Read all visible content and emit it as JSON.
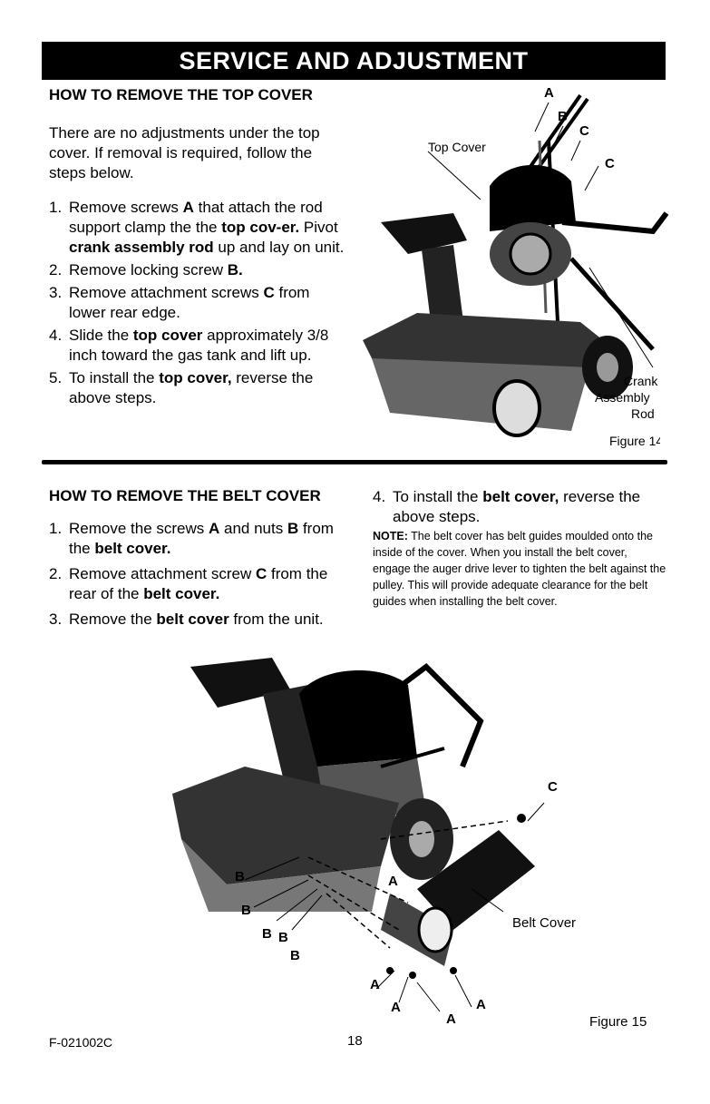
{
  "banner": "SERVICE AND ADJUSTMENT",
  "section1": {
    "heading": "HOW TO REMOVE THE TOP COVER",
    "intro": "There are no adjustments under the top cover. If removal is required, follow the steps below.",
    "steps": [
      {
        "num": "1.",
        "parts": [
          "Remove screws ",
          "A",
          " that attach the rod support clamp the the ",
          "top cov-er.",
          " Pivot ",
          "crank assembly rod",
          " up and lay on unit."
        ]
      },
      {
        "num": "2.",
        "parts": [
          "Remove locking screw ",
          "B.",
          ""
        ]
      },
      {
        "num": "3.",
        "parts": [
          "Remove attachment screws ",
          "C",
          " from lower rear edge."
        ]
      },
      {
        "num": "4.",
        "parts": [
          "Slide the ",
          "top cover",
          " approximately 3/8 inch toward the gas tank and lift up."
        ]
      },
      {
        "num": "5.",
        "parts": [
          "To install the ",
          "top cover,",
          " reverse the above steps."
        ]
      }
    ]
  },
  "figure14": {
    "label_top_cover": "Top Cover",
    "callout_a": "A",
    "callout_b": "B",
    "callout_c1": "C",
    "callout_c2": "C",
    "label_crank": "Crank",
    "label_assembly": "Assembly",
    "label_rod": "Rod",
    "caption": "Figure 14"
  },
  "section2": {
    "heading": "HOW TO REMOVE THE BELT COVER",
    "steps": [
      {
        "num": "1.",
        "parts": [
          "Remove the screws ",
          "A",
          " and nuts ",
          "B",
          " from the ",
          "belt cover.",
          ""
        ]
      },
      {
        "num": "2.",
        "parts": [
          "Remove attachment screw ",
          "C",
          " from the rear of the ",
          "belt cover.",
          ""
        ]
      },
      {
        "num": "3.",
        "parts": [
          "Remove the ",
          "belt cover",
          " from the unit."
        ]
      },
      {
        "num": "4.",
        "parts": [
          "To install the ",
          "belt cover,",
          " reverse the above steps."
        ]
      }
    ],
    "note_label": "NOTE:",
    "note_text": " The belt cover has belt guides moulded onto the inside of the cover. When you install the belt cover, engage the auger drive lever to tighten the belt against the pulley. This will provide adequate clearance for the belt guides when installing the belt cover."
  },
  "figure15": {
    "callout_c": "C",
    "label_belt_cover": "Belt Cover",
    "callout_a": "A",
    "callout_b": "B",
    "caption": "Figure 15"
  },
  "footer": {
    "code": "F-021002C",
    "page": "18"
  }
}
